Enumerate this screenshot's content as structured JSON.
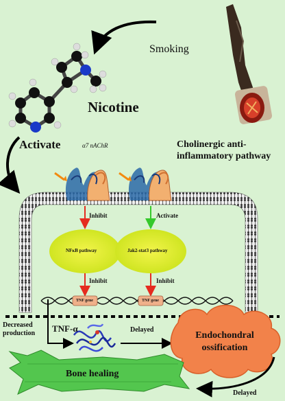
{
  "labels": {
    "smoking": "Smoking",
    "nicotine": "Nicotine",
    "activate_main": "Activate",
    "receptor": "α7 nAChR",
    "pathway_title": "Cholinergic anti-inflammatory pathway",
    "inhibit_left": "Inhibit",
    "activate_right": "Activate",
    "nfkb": "NFκB pathway",
    "jak": "Jak2-stat3 pathway",
    "inhibit_left_2": "Inhibit",
    "inhibit_right_2": "Inhibit",
    "tnf_gene_left": "TNF gene",
    "tnf_gene_right": "TNF gene",
    "decreased": "Decreased production",
    "tnf_alpha": "TNF-α",
    "delayed_1": "Delayed",
    "endochondral": "Endochondral ossification",
    "bone_healing": "Bone healing",
    "delayed_2": "Delayed"
  },
  "colors": {
    "background": "#d9f2d2",
    "inhibit_arrow": "#e52b1f",
    "activate_arrow": "#35c92b",
    "ellipse_fill": "#d9ee26",
    "cloud_fill": "#f2824a",
    "bone_fill": "#53c64e",
    "tnf_gene_box": "#efb08a"
  }
}
